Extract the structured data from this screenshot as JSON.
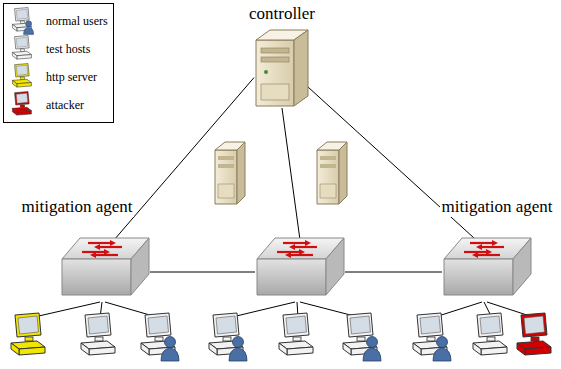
{
  "diagram": {
    "nodes": [
      {
        "text": [
          "controller"
        ]
      },
      {
        "text": [
          "mitigation agent"
        ]
      },
      {
        "text": [
          "mitigation agent"
        ]
      }
    ],
    "edges": [
      {
        "from": 0,
        "to": 1,
        "arrow": "none"
      },
      {
        "from": 0,
        "to": 2,
        "arrow": "none"
      }
    ],
    "legend": [
      {
        "text": "normal users"
      },
      {
        "text": "test hosts"
      },
      {
        "text": "http server"
      },
      {
        "text": "attacker"
      }
    ]
  }
}
